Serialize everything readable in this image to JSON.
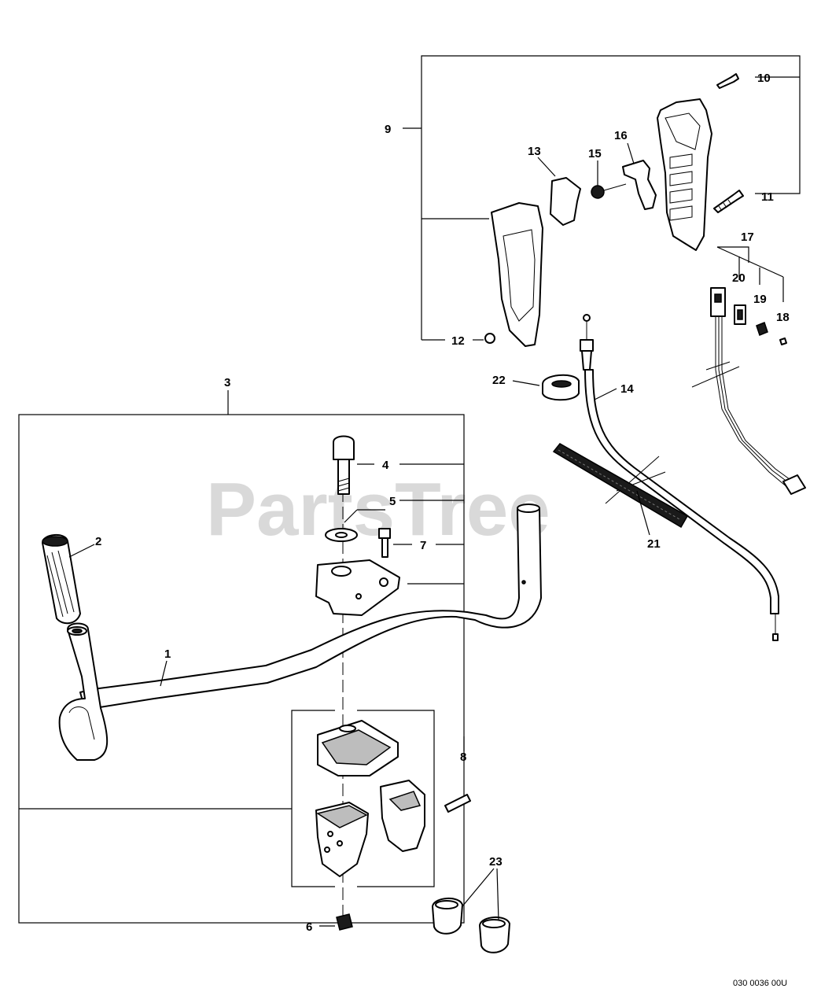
{
  "watermark": "PartsTree",
  "diagram_code": "030 0036 00U",
  "callouts": {
    "c1": "1",
    "c2": "2",
    "c3": "3",
    "c4": "4",
    "c5": "5",
    "c6": "6",
    "c7": "7",
    "c8": "8",
    "c9": "9",
    "c10": "10",
    "c11": "11",
    "c12": "12",
    "c13": "13",
    "c14": "14",
    "c15": "15",
    "c16": "16",
    "c17": "17",
    "c18": "18",
    "c19": "19",
    "c20": "20",
    "c21": "21",
    "c22": "22",
    "c23": "23"
  }
}
